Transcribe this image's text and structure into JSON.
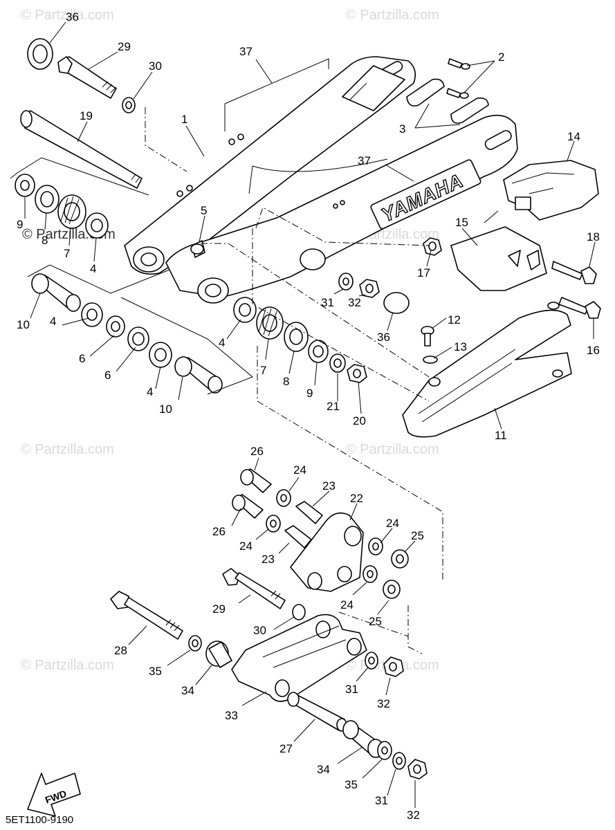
{
  "watermark": "© Partzilla.com",
  "diagram_code": "5ET1100-9190",
  "brand_text": "YAMAHA",
  "fwd_text": "FWD",
  "callouts": [
    "36",
    "29",
    "30",
    "37",
    "2",
    "1",
    "19",
    "3",
    "37",
    "14",
    "9",
    "8",
    "7",
    "4",
    "5",
    "15",
    "18",
    "17",
    "31",
    "32",
    "36",
    "12",
    "16",
    "10",
    "4",
    "6",
    "6",
    "4",
    "10",
    "4",
    "7",
    "8",
    "9",
    "21",
    "20",
    "13",
    "11",
    "26",
    "24",
    "23",
    "22",
    "26",
    "24",
    "23",
    "24",
    "25",
    "29",
    "24",
    "25",
    "28",
    "30",
    "35",
    "34",
    "31",
    "32",
    "33",
    "27",
    "34",
    "35",
    "31",
    "32"
  ]
}
